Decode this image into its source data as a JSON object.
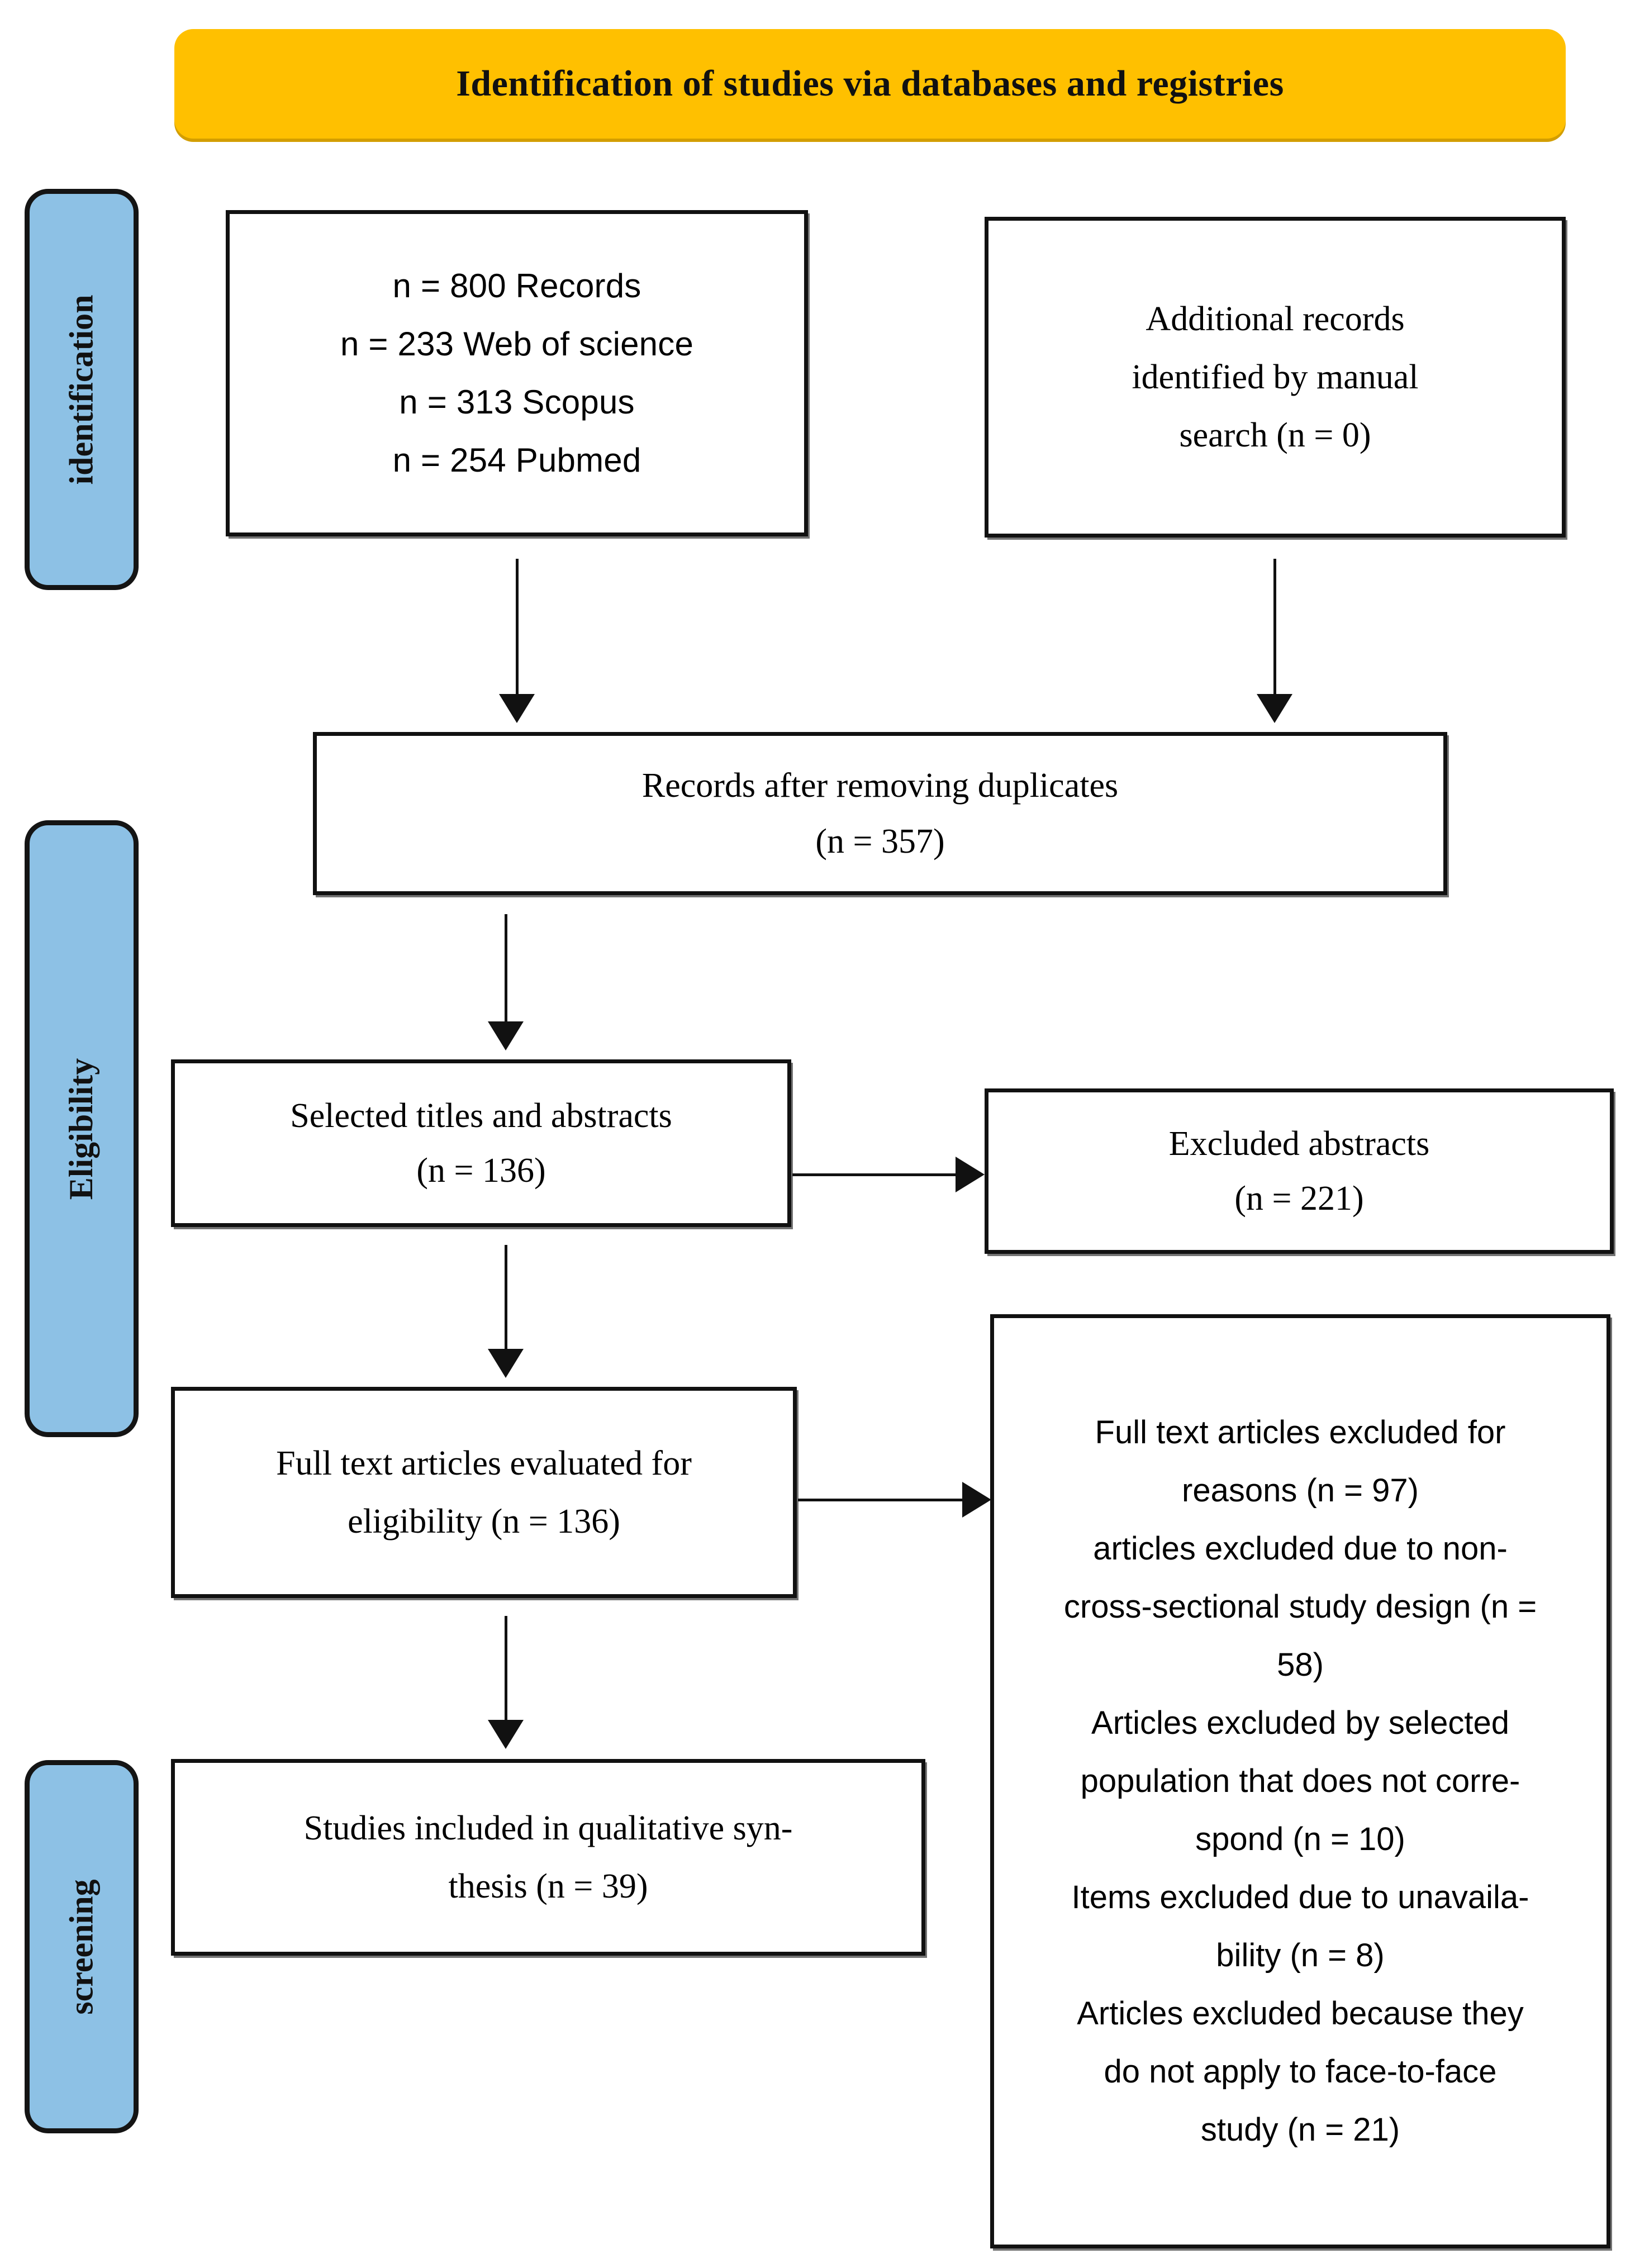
{
  "diagram": {
    "title": "Identification of studies via databases and registries",
    "accent_orange": "#FFC000",
    "accent_blue": "#8DC1E5",
    "border_color": "#111111"
  },
  "stages": [
    {
      "label": "identification"
    },
    {
      "label": "Eligibility"
    },
    {
      "label": "screening"
    }
  ],
  "boxes": {
    "databases": {
      "lines": [
        "n = 800 Records",
        "n = 233 Web of science",
        "n = 313 Scopus",
        "n = 254 Pubmed"
      ]
    },
    "manual": {
      "lines": [
        "Additional records",
        "identified by manual",
        "search (n = 0)"
      ]
    },
    "dedup": {
      "lines": [
        "Records after removing duplicates",
        "(n = 357)"
      ]
    },
    "titles": {
      "lines": [
        "Selected titles and abstracts",
        "(n = 136)"
      ]
    },
    "excluded_abstracts": {
      "lines": [
        "Excluded abstracts",
        "(n = 221)"
      ]
    },
    "fulltext": {
      "lines": [
        "Full text articles evaluated for",
        "eligibility (n = 136)"
      ]
    },
    "excluded_reasons": {
      "lines": [
        "Full text articles excluded for",
        "reasons (n = 97)",
        "articles excluded due to non-",
        "cross-sectional study design (n =",
        "58)",
        "Articles excluded by selected",
        "population that does not corre-",
        "spond (n = 10)",
        "Items excluded due to unavaila-",
        "bility (n = 8)",
        "Articles excluded because they",
        "do not apply to face-to-face",
        "study (n = 21)"
      ]
    },
    "included": {
      "lines": [
        "Studies included in qualitative syn-",
        "thesis (n = 39)"
      ]
    }
  },
  "chart_data": {
    "type": "diagram",
    "title": "Identification of studies via databases and registries",
    "nodes": [
      {
        "id": "databases",
        "stage": "identification",
        "label": "n = 800 Records / n = 233 Web of science / n = 313 Scopus / n = 254 Pubmed",
        "n": 800
      },
      {
        "id": "manual",
        "stage": "identification",
        "label": "Additional records identified by manual search",
        "n": 0
      },
      {
        "id": "dedup",
        "stage": "identification",
        "label": "Records after removing duplicates",
        "n": 357
      },
      {
        "id": "titles",
        "stage": "Eligibility",
        "label": "Selected titles and abstracts",
        "n": 136
      },
      {
        "id": "excluded_abstracts",
        "stage": "Eligibility",
        "label": "Excluded abstracts",
        "n": 221
      },
      {
        "id": "fulltext",
        "stage": "Eligibility",
        "label": "Full text articles evaluated for eligibility",
        "n": 136
      },
      {
        "id": "excluded_reasons",
        "stage": "Eligibility",
        "label": "Full text articles excluded for reasons",
        "n": 97
      },
      {
        "id": "included",
        "stage": "screening",
        "label": "Studies included in qualitative synthesis",
        "n": 39
      }
    ],
    "edges": [
      {
        "from": "databases",
        "to": "dedup"
      },
      {
        "from": "manual",
        "to": "dedup"
      },
      {
        "from": "dedup",
        "to": "titles"
      },
      {
        "from": "titles",
        "to": "excluded_abstracts"
      },
      {
        "from": "titles",
        "to": "fulltext"
      },
      {
        "from": "fulltext",
        "to": "excluded_reasons"
      },
      {
        "from": "fulltext",
        "to": "included"
      }
    ],
    "exclusion_breakdown": [
      {
        "reason": "non-cross-sectional study design",
        "n": 58
      },
      {
        "reason": "selected population that does not correspond",
        "n": 10
      },
      {
        "reason": "unavailability",
        "n": 8
      },
      {
        "reason": "do not apply to face-to-face study",
        "n": 21
      }
    ],
    "source_counts": [
      {
        "source": "Web of science",
        "n": 233
      },
      {
        "source": "Scopus",
        "n": 313
      },
      {
        "source": "Pubmed",
        "n": 254
      }
    ]
  }
}
